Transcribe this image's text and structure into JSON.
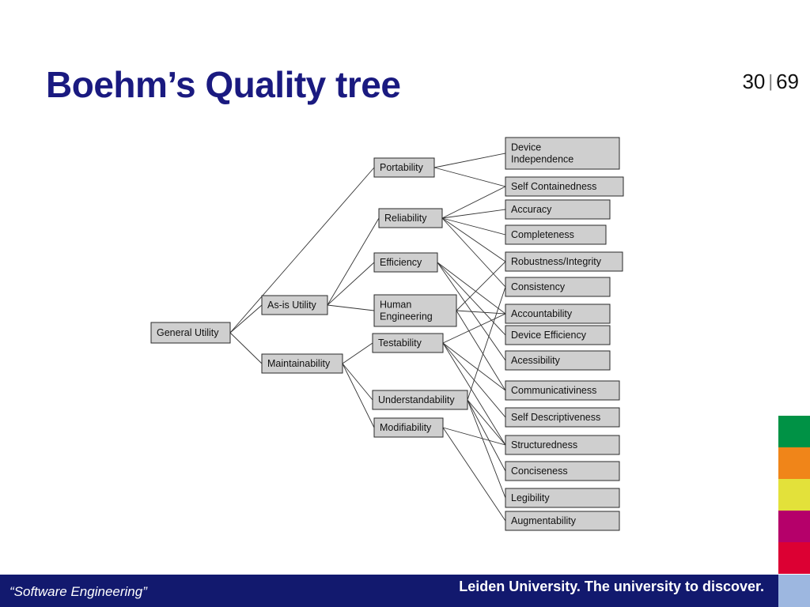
{
  "slide": {
    "title": "Boehm’s Quality tree",
    "page_current": "30",
    "page_separator": "|",
    "page_total": "69"
  },
  "diagram": {
    "nodes": [
      {
        "id": "general-utility",
        "lines": [
          "General Utility"
        ]
      },
      {
        "id": "as-is-utility",
        "lines": [
          "As-is Utility"
        ]
      },
      {
        "id": "maintainability",
        "lines": [
          "Maintainability"
        ]
      },
      {
        "id": "portability",
        "lines": [
          "Portability"
        ]
      },
      {
        "id": "reliability",
        "lines": [
          "Reliability"
        ]
      },
      {
        "id": "efficiency",
        "lines": [
          "Efficiency"
        ]
      },
      {
        "id": "human-engineering",
        "lines": [
          "Human",
          "Engineering"
        ]
      },
      {
        "id": "testability",
        "lines": [
          "Testability"
        ]
      },
      {
        "id": "understandability",
        "lines": [
          "Understandability"
        ]
      },
      {
        "id": "modifiability",
        "lines": [
          "Modifiability"
        ]
      },
      {
        "id": "device-independence",
        "lines": [
          "Device",
          "Independence"
        ]
      },
      {
        "id": "self-containedness",
        "lines": [
          "Self Containedness"
        ]
      },
      {
        "id": "accuracy",
        "lines": [
          "Accuracy"
        ]
      },
      {
        "id": "completeness",
        "lines": [
          "Completeness"
        ]
      },
      {
        "id": "robustness-integrity",
        "lines": [
          "Robustness/Integrity"
        ]
      },
      {
        "id": "consistency",
        "lines": [
          "Consistency"
        ]
      },
      {
        "id": "accountability",
        "lines": [
          "Accountability"
        ]
      },
      {
        "id": "device-efficiency",
        "lines": [
          "Device Efficiency"
        ]
      },
      {
        "id": "acessibility",
        "lines": [
          "Acessibility"
        ]
      },
      {
        "id": "communicativiness",
        "lines": [
          "Communicativiness"
        ]
      },
      {
        "id": "self-descriptiveness",
        "lines": [
          "Self Descriptiveness"
        ]
      },
      {
        "id": "structuredness",
        "lines": [
          "Structuredness"
        ]
      },
      {
        "id": "conciseness",
        "lines": [
          "Conciseness"
        ]
      },
      {
        "id": "legibility",
        "lines": [
          "Legibility"
        ]
      },
      {
        "id": "augmentability",
        "lines": [
          "Augmentability"
        ]
      }
    ],
    "edges": [
      [
        "general-utility",
        "as-is-utility"
      ],
      [
        "general-utility",
        "maintainability"
      ],
      [
        "general-utility",
        "portability"
      ],
      [
        "as-is-utility",
        "reliability"
      ],
      [
        "as-is-utility",
        "efficiency"
      ],
      [
        "as-is-utility",
        "human-engineering"
      ],
      [
        "maintainability",
        "testability"
      ],
      [
        "maintainability",
        "understandability"
      ],
      [
        "maintainability",
        "modifiability"
      ],
      [
        "portability",
        "device-independence"
      ],
      [
        "portability",
        "self-containedness"
      ],
      [
        "reliability",
        "self-containedness"
      ],
      [
        "reliability",
        "accuracy"
      ],
      [
        "reliability",
        "completeness"
      ],
      [
        "reliability",
        "robustness-integrity"
      ],
      [
        "reliability",
        "consistency"
      ],
      [
        "efficiency",
        "accountability"
      ],
      [
        "efficiency",
        "device-efficiency"
      ],
      [
        "efficiency",
        "acessibility"
      ],
      [
        "human-engineering",
        "robustness-integrity"
      ],
      [
        "human-engineering",
        "accountability"
      ],
      [
        "human-engineering",
        "communicativiness"
      ],
      [
        "testability",
        "accountability"
      ],
      [
        "testability",
        "communicativiness"
      ],
      [
        "testability",
        "self-descriptiveness"
      ],
      [
        "testability",
        "structuredness"
      ],
      [
        "understandability",
        "consistency"
      ],
      [
        "understandability",
        "structuredness"
      ],
      [
        "understandability",
        "conciseness"
      ],
      [
        "understandability",
        "legibility"
      ],
      [
        "modifiability",
        "structuredness"
      ],
      [
        "modifiability",
        "augmentability"
      ]
    ]
  },
  "color_strip": [
    "#009245",
    "#f08519",
    "#e3e13a",
    "#b5006a",
    "#dc0033"
  ],
  "footer": {
    "left_text": "“Software Engineering”",
    "right_text": "Leiden University. The university to discover.",
    "background": "#12196e",
    "corner_color": "#9db7e0"
  }
}
